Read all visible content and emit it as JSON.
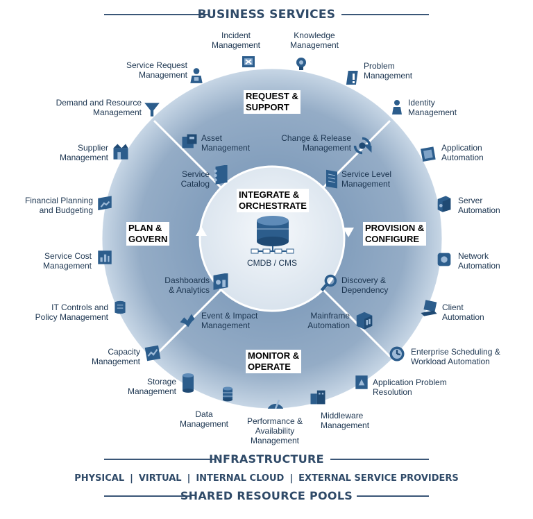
{
  "header": {
    "top": "BUSINESS SERVICES",
    "infrastructure": "INFRASTRUCTURE",
    "bottom": "SHARED RESOURCE POOLS"
  },
  "pools": [
    "PHYSICAL",
    "VIRTUAL",
    "INTERNAL CLOUD",
    "EXTERNAL SERVICE PROVIDERS"
  ],
  "pools_sep": "|",
  "center": {
    "title_1": "INTEGRATE &",
    "title_2": "ORCHESTRATE",
    "db_label": "CMDB / CMS"
  },
  "quadrants": {
    "request_1": "REQUEST &",
    "request_2": "SUPPORT",
    "provision_1": "PROVISION &",
    "provision_2": "CONFIGURE",
    "monitor_1": "MONITOR &",
    "monitor_2": "OPERATE",
    "plan_1": "PLAN &",
    "plan_2": "GOVERN"
  },
  "outer": {
    "incident": [
      "Incident",
      "Management"
    ],
    "knowledge": [
      "Knowledge",
      "Management"
    ],
    "problem": [
      "Problem",
      "Management"
    ],
    "identity": [
      "Identity",
      "Management"
    ],
    "app_automation": [
      "Application",
      "Automation"
    ],
    "server_automation": [
      "Server",
      "Automation"
    ],
    "network_automation": [
      "Network",
      "Automation"
    ],
    "client_automation": [
      "Client",
      "Automation"
    ],
    "scheduling": [
      "Enterprise Scheduling &",
      "Workload Automation"
    ],
    "app_problem": [
      "Application Problem",
      "Resolution"
    ],
    "middleware": [
      "Middleware",
      "Management"
    ],
    "performance": [
      "Performance &",
      "Availability",
      "Management"
    ],
    "data": [
      "Data",
      "Management"
    ],
    "storage": [
      "Storage",
      "Management"
    ],
    "capacity": [
      "Capacity",
      "Management"
    ],
    "it_controls": [
      "IT Controls and",
      "Policy Management"
    ],
    "service_cost": [
      "Service Cost",
      "Management"
    ],
    "financial": [
      "Financial Planning",
      "and Budgeting"
    ],
    "supplier": [
      "Supplier",
      "Management"
    ],
    "demand": [
      "Demand and Resource",
      "Management"
    ],
    "service_request": [
      "Service Request",
      "Management"
    ]
  },
  "inner": {
    "asset": [
      "Asset",
      "Management"
    ],
    "change": [
      "Change & Release",
      "Management"
    ],
    "catalog": [
      "Service",
      "Catalog"
    ],
    "slm": [
      "Service Level",
      "Management"
    ],
    "dashboards": [
      "Dashboards",
      "& Analytics"
    ],
    "discovery": [
      "Discovery &",
      "Dependency"
    ],
    "event": [
      "Event & Impact",
      "Management"
    ],
    "mainframe": [
      "Mainframe",
      "Automation"
    ]
  },
  "colors": {
    "ring_outer": "#dfe8f2",
    "ring_mid": "#8aa4c0",
    "inner": "#e6edf5",
    "icon": "#2c5d8c",
    "heading": "#2f4a68"
  }
}
